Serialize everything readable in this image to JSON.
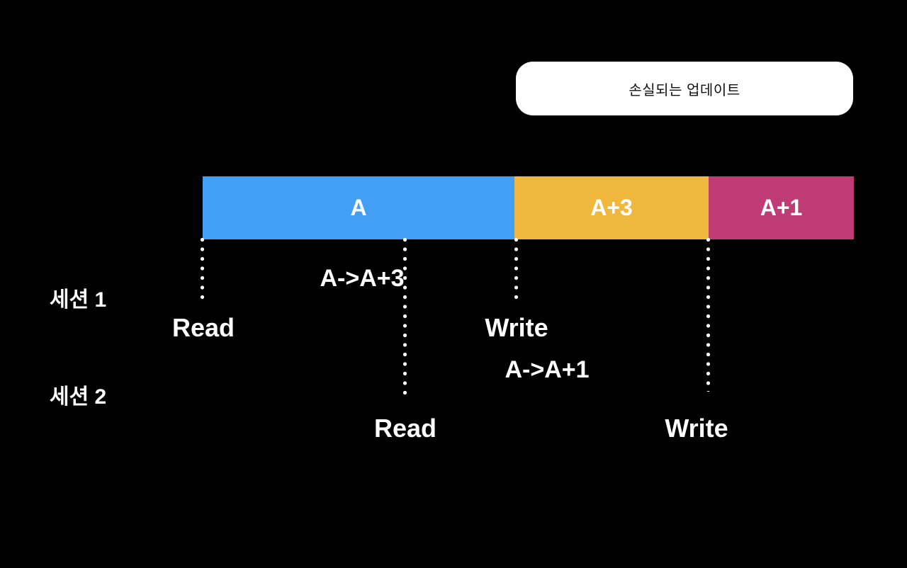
{
  "colors": {
    "background": "#000000",
    "bar_blue": "#429FF3",
    "bar_yellow": "#EFB73E",
    "bar_magenta": "#BE3B74",
    "label_white": "#FFFFFF",
    "title_bg": "#FFFFFF",
    "title_text": "#111111"
  },
  "title_box": {
    "label": "손실되는 업데이트"
  },
  "value_bar": {
    "segments": [
      {
        "label": "A",
        "color": "#429FF3"
      },
      {
        "label": "A+3",
        "color": "#EFB73E"
      },
      {
        "label": "A+1",
        "color": "#BE3B74"
      }
    ]
  },
  "sessions": [
    {
      "name": "세션 1",
      "operation": "A->A+3",
      "read_label": "Read",
      "write_label": "Write"
    },
    {
      "name": "세션 2",
      "operation": "A->A+1",
      "read_label": "Read",
      "write_label": "Write"
    }
  ]
}
